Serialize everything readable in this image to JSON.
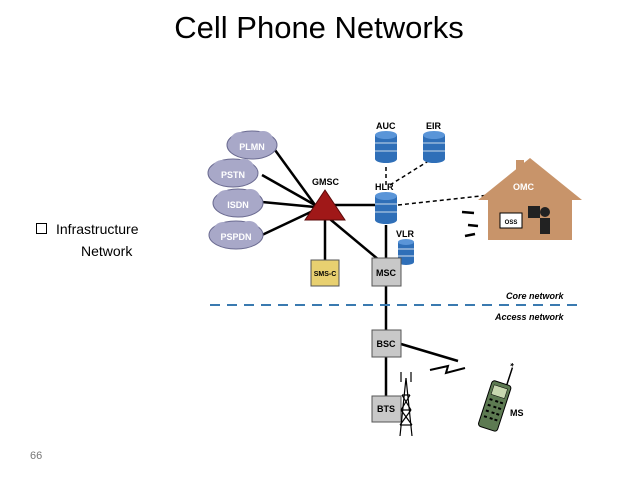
{
  "slide": {
    "title": "Cell Phone Networks",
    "bullet_line1": "Infrastructure",
    "bullet_line2": "Network",
    "page_number": "66"
  },
  "diagram": {
    "clouds": [
      "PLMN",
      "PSTN",
      "ISDN",
      "PSPDN"
    ],
    "nodes": {
      "gmsc": "GMSC",
      "auc": "AUC",
      "eir": "EIR",
      "hlr": "HLR",
      "vlr": "VLR",
      "sms_c": "SMS-C",
      "msc": "MSC",
      "bsc": "BSC",
      "bts": "BTS",
      "omc": "OMC",
      "oss": "OSS",
      "ms": "MS"
    },
    "labels": {
      "core": "Core network",
      "access": "Access network"
    },
    "colors": {
      "cloud": "#a8a8c8",
      "database": "#2f6fb8",
      "gmsc_triangle": "#a01818",
      "box": "#c8c8c8",
      "sms_box": "#e8d070",
      "house": "#c8946a",
      "divider": "#3a7ab0",
      "phone": "#5d7a52"
    }
  }
}
